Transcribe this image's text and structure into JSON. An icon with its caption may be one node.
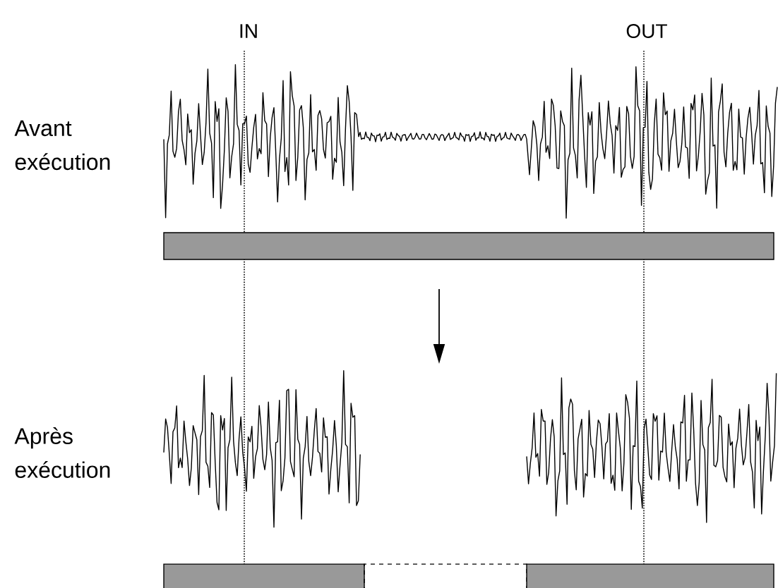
{
  "diagram": {
    "nodes": [
      {
        "text": [],
        "shape": "bar"
      },
      {
        "text": [],
        "shape": "bar"
      },
      {
        "text": [],
        "shape": "box"
      },
      {
        "text": [],
        "shape": "bar"
      }
    ],
    "labels": [
      "IN",
      "OUT",
      "Avant exécution",
      "Après exécution"
    ]
  }
}
